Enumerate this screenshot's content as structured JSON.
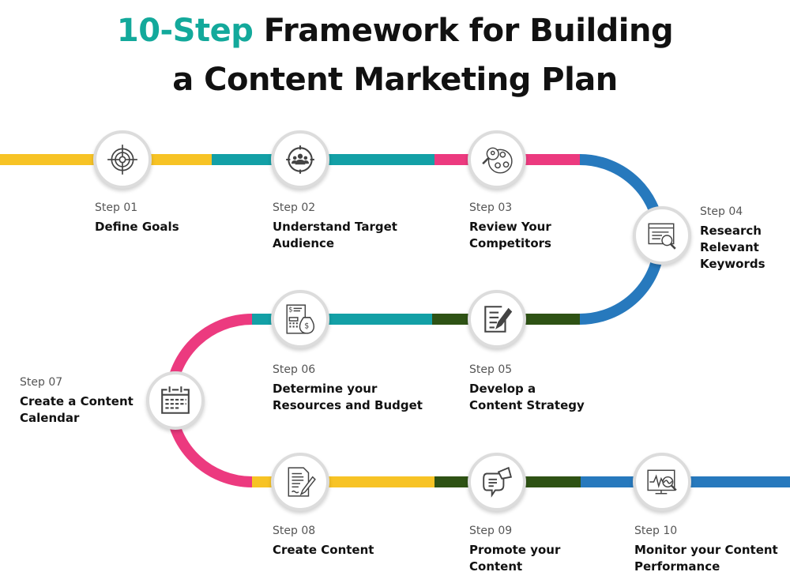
{
  "title": {
    "accent": "10-Step",
    "line1_rest": " Framework for Building",
    "line2": "a Content Marketing Plan"
  },
  "colors": {
    "accent": "#13a99b",
    "yellow": "#f7c325",
    "teal": "#13a0a6",
    "pink": "#ec3a7f",
    "blue": "#2779bd",
    "green": "#2e5214"
  },
  "steps": [
    {
      "num": "Step 01",
      "title": "Define Goals",
      "icon": "target-icon"
    },
    {
      "num": "Step 02",
      "title": "Understand Target Audience",
      "icon": "audience-target-icon"
    },
    {
      "num": "Step 03",
      "title": "Review Your Competitors",
      "icon": "competitor-search-icon"
    },
    {
      "num": "Step 04",
      "title": "Research Relevant Keywords",
      "icon": "keyword-research-icon"
    },
    {
      "num": "Step 05",
      "title": "Develop a Content Strategy",
      "icon": "document-edit-icon"
    },
    {
      "num": "Step 06",
      "title": "Determine your Resources and Budget",
      "icon": "budget-money-icon"
    },
    {
      "num": "Step 07",
      "title": "Create a Content Calendar",
      "icon": "calendar-icon"
    },
    {
      "num": "Step 08",
      "title": "Create Content",
      "icon": "write-content-icon"
    },
    {
      "num": "Step 09",
      "title": "Promote your Content",
      "icon": "megaphone-chat-icon"
    },
    {
      "num": "Step 10",
      "title": "Monitor your Content Performance",
      "icon": "performance-monitor-icon"
    }
  ]
}
